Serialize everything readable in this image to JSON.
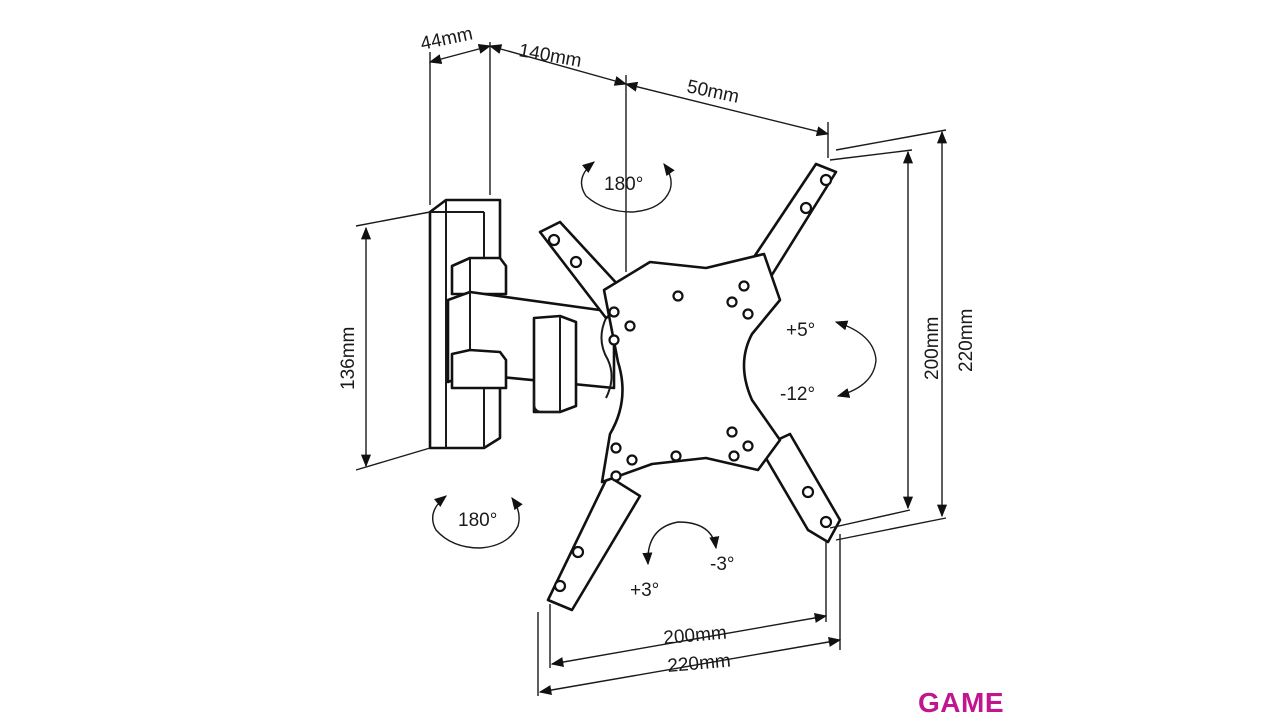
{
  "dimensions": {
    "depth_wall": "44mm",
    "depth_arm": "140mm",
    "depth_plate": "50mm",
    "wall_height": "136mm",
    "vesa_h_inner": "200mm",
    "vesa_h_outer": "220mm",
    "vesa_w_inner": "200mm",
    "vesa_w_outer": "220mm"
  },
  "rotations": {
    "top_swivel": "180°",
    "bottom_swivel": "180°",
    "tilt_up": "+5°",
    "tilt_down": "-12°",
    "level_plus": "+3°",
    "level_minus": "-3°"
  },
  "brand": {
    "logo": "GAME",
    "color": "#c2168f"
  }
}
